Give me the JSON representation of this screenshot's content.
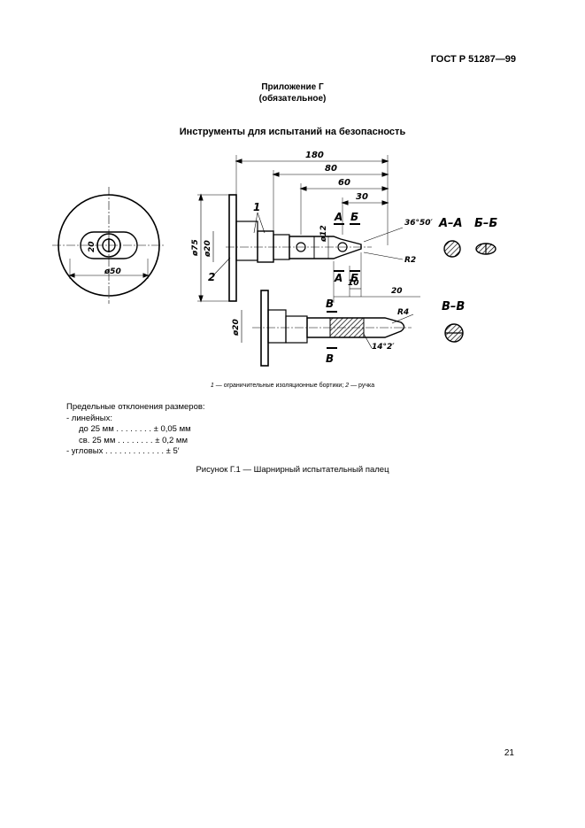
{
  "header": {
    "standard": "ГОСТ Р 51287—99"
  },
  "appendix": {
    "title": "Приложение Г",
    "status": "(обязательное)"
  },
  "section_title": "Инструменты для испытаний на безопасность",
  "drawing": {
    "dims": {
      "d180": "180",
      "d80": "80",
      "d60": "60",
      "d30": "30",
      "d10": "10",
      "d20": "20",
      "dia12": "ø12",
      "dia20": "ø20",
      "dia75": "ø75",
      "dia50": "ø50",
      "v20": "20",
      "angle1": "36°50′",
      "r2": "R2",
      "r4": "R4",
      "angle2": "14°2′",
      "dia20b": "ø20"
    },
    "labels": {
      "a_top": "А",
      "b_top": "Б",
      "a_bot": "А",
      "b_bot": "Б",
      "v_top": "В",
      "v_bot": "В",
      "aa": "А–А",
      "bb": "Б–Б",
      "vv": "В–В",
      "n1": "1",
      "n2": "2"
    }
  },
  "legend": {
    "n1": "1",
    "t1": " — ограничительные изоляционные бортики; ",
    "n2": "2",
    "t2": " — ручка"
  },
  "tolerances": {
    "heading": "Предельные отклонения размеров:",
    "linear": "- линейных:",
    "upto25": "до 25 мм . . . . . . . . ± 0,05 мм",
    "over25": "св. 25 мм . . . . . . . . ± 0,2 мм",
    "angular": "- угловых . . . . . . . . . . . . . ± 5′"
  },
  "caption": "Рисунок Г.1 — Шарнирный испытательный палец",
  "page_number": "21"
}
